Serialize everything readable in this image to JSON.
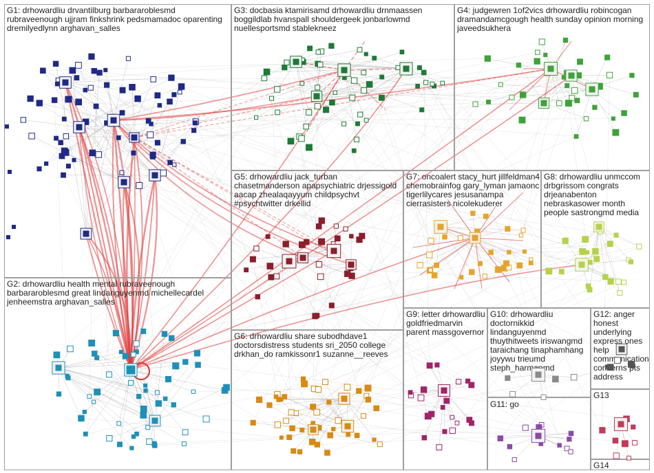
{
  "network": {
    "colors": {
      "edge_gray": "#9a9a9a",
      "edge_red": "#e03a3a",
      "g1": "#1f2a86",
      "g2": "#1e90b8",
      "g3": "#1e7a36",
      "g4": "#3fa33a",
      "g5": "#8b1e2a",
      "g6": "#d88a12",
      "g7": "#e5a42a",
      "g8": "#b5d24a",
      "g9": "#a02468",
      "g10": "#8a8a8a",
      "g11": "#8a4aa8",
      "g12": "#555555",
      "g13": "#c23a5a",
      "g14": "#777777"
    },
    "groups": [
      {
        "id": "g1",
        "label": "G1: drhowardliu drvantilburg barbararoblesmd rubraveenough ujjram finkshrink pedsmamadoc oparenting dremilyedlynn arghavan_salles"
      },
      {
        "id": "g2",
        "label": "G2: drhowardliu health mental rubraveenough barbararoblesmd great lindanguyenmd michellecardel jenheemstra arghavan_salles"
      },
      {
        "id": "g3",
        "label": "G3: docbasia ktamirisamd drhowardliu drnmaassen boggildlab hvanspall shouldergeek jonbarlowmd nuellesportsmd stablekneez"
      },
      {
        "id": "g4",
        "label": "G4: judgewren 1of2vics drhowardliu robincogan dramandamcgough health sunday opinion morning javeedsukhera"
      },
      {
        "id": "g5",
        "label": "G5: drhowardliu jack_turban chasetmanderson apapsychiatric drjessigold aacap zhealaqayyum childpsychvt #psychtwitter drkellid"
      },
      {
        "id": "g6",
        "label": "G6: drhowardliu share subodhdave1 doctorsdistress students sri_2050 college drkhan_do ramkissonr1 suzanne__reeves"
      },
      {
        "id": "g7",
        "label": "G7: oncoalert stacy_hurt jillfeldman4 chemobrainfog gary_lyman jamaonc tigerlilycares jesusanampa cierrasisters nicolekuderer"
      },
      {
        "id": "g8",
        "label": "G8: drhowardliu unmccom drbgrissom congrats drjeanabenton nebraskasower month people sastrongmd media"
      },
      {
        "id": "g9",
        "label": "G9: letter drhowardliu goldfriedmarvin parent massgovernor"
      },
      {
        "id": "g10",
        "label": "G10: drhowardliu doctornikkid lindanguyenmd thuythitweets iriswangmd taraichang tinaphamhang joyywu trieumd steph_harmanmd"
      },
      {
        "id": "g11",
        "label": "G11: go"
      },
      {
        "id": "g12",
        "label": "G12: anger honest underlying express ones help communication concerns pts address"
      },
      {
        "id": "g13",
        "label": "G13"
      },
      {
        "id": "g14",
        "label": "G14"
      }
    ]
  }
}
